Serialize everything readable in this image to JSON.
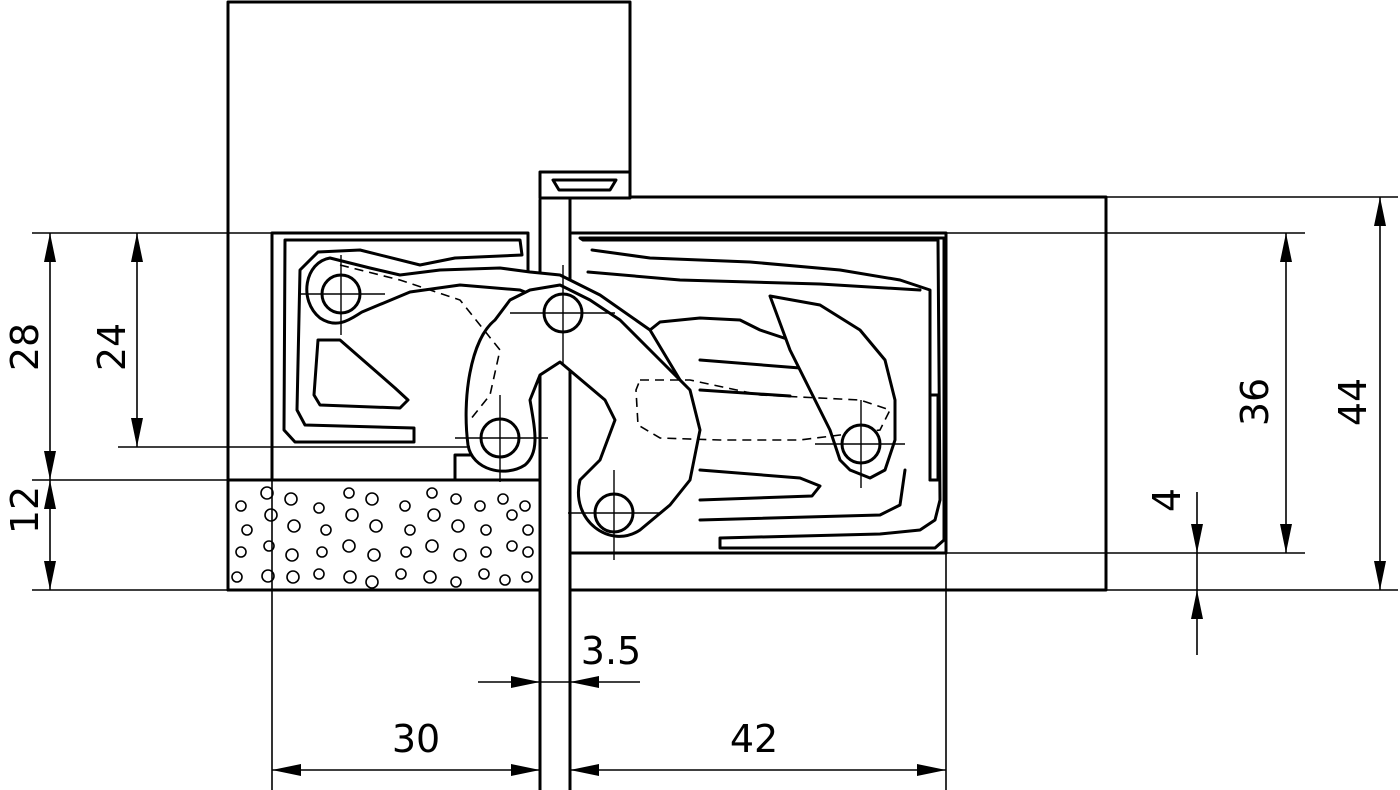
{
  "dimensions": {
    "d28": "28",
    "d24": "24",
    "d12": "12",
    "d36": "36",
    "d44": "44",
    "d4": "4",
    "d3_5": "3.5",
    "d30": "30",
    "d42": "42"
  }
}
